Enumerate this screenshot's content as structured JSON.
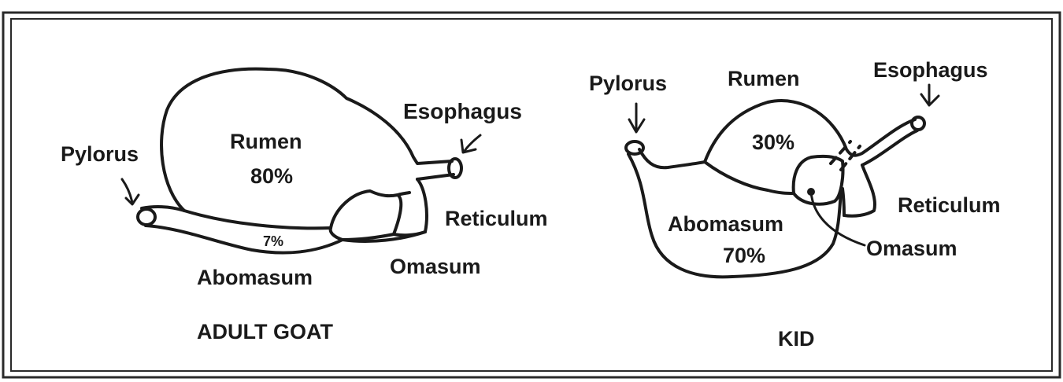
{
  "adult": {
    "caption": "ADULT GOAT",
    "rumen_label": "Rumen",
    "rumen_pct": "80%",
    "esophagus_label": "Esophagus",
    "pylorus_label": "Pylorus",
    "reticulum_label": "Reticulum",
    "omasum_label": "Omasum",
    "abomasum_label": "Abomasum",
    "abomasum_pct": "7%"
  },
  "kid": {
    "caption": "KID",
    "rumen_label": "Rumen",
    "rumen_pct": "30%",
    "esophagus_label": "Esophagus",
    "pylorus_label": "Pylorus",
    "reticulum_label": "Reticulum",
    "omasum_label": "Omasum",
    "abomasum_label": "Abomasum",
    "abomasum_pct": "70%"
  },
  "colors": {
    "ink": "#1a1a1a",
    "border": "#2a2a2a",
    "background": "#ffffff"
  }
}
